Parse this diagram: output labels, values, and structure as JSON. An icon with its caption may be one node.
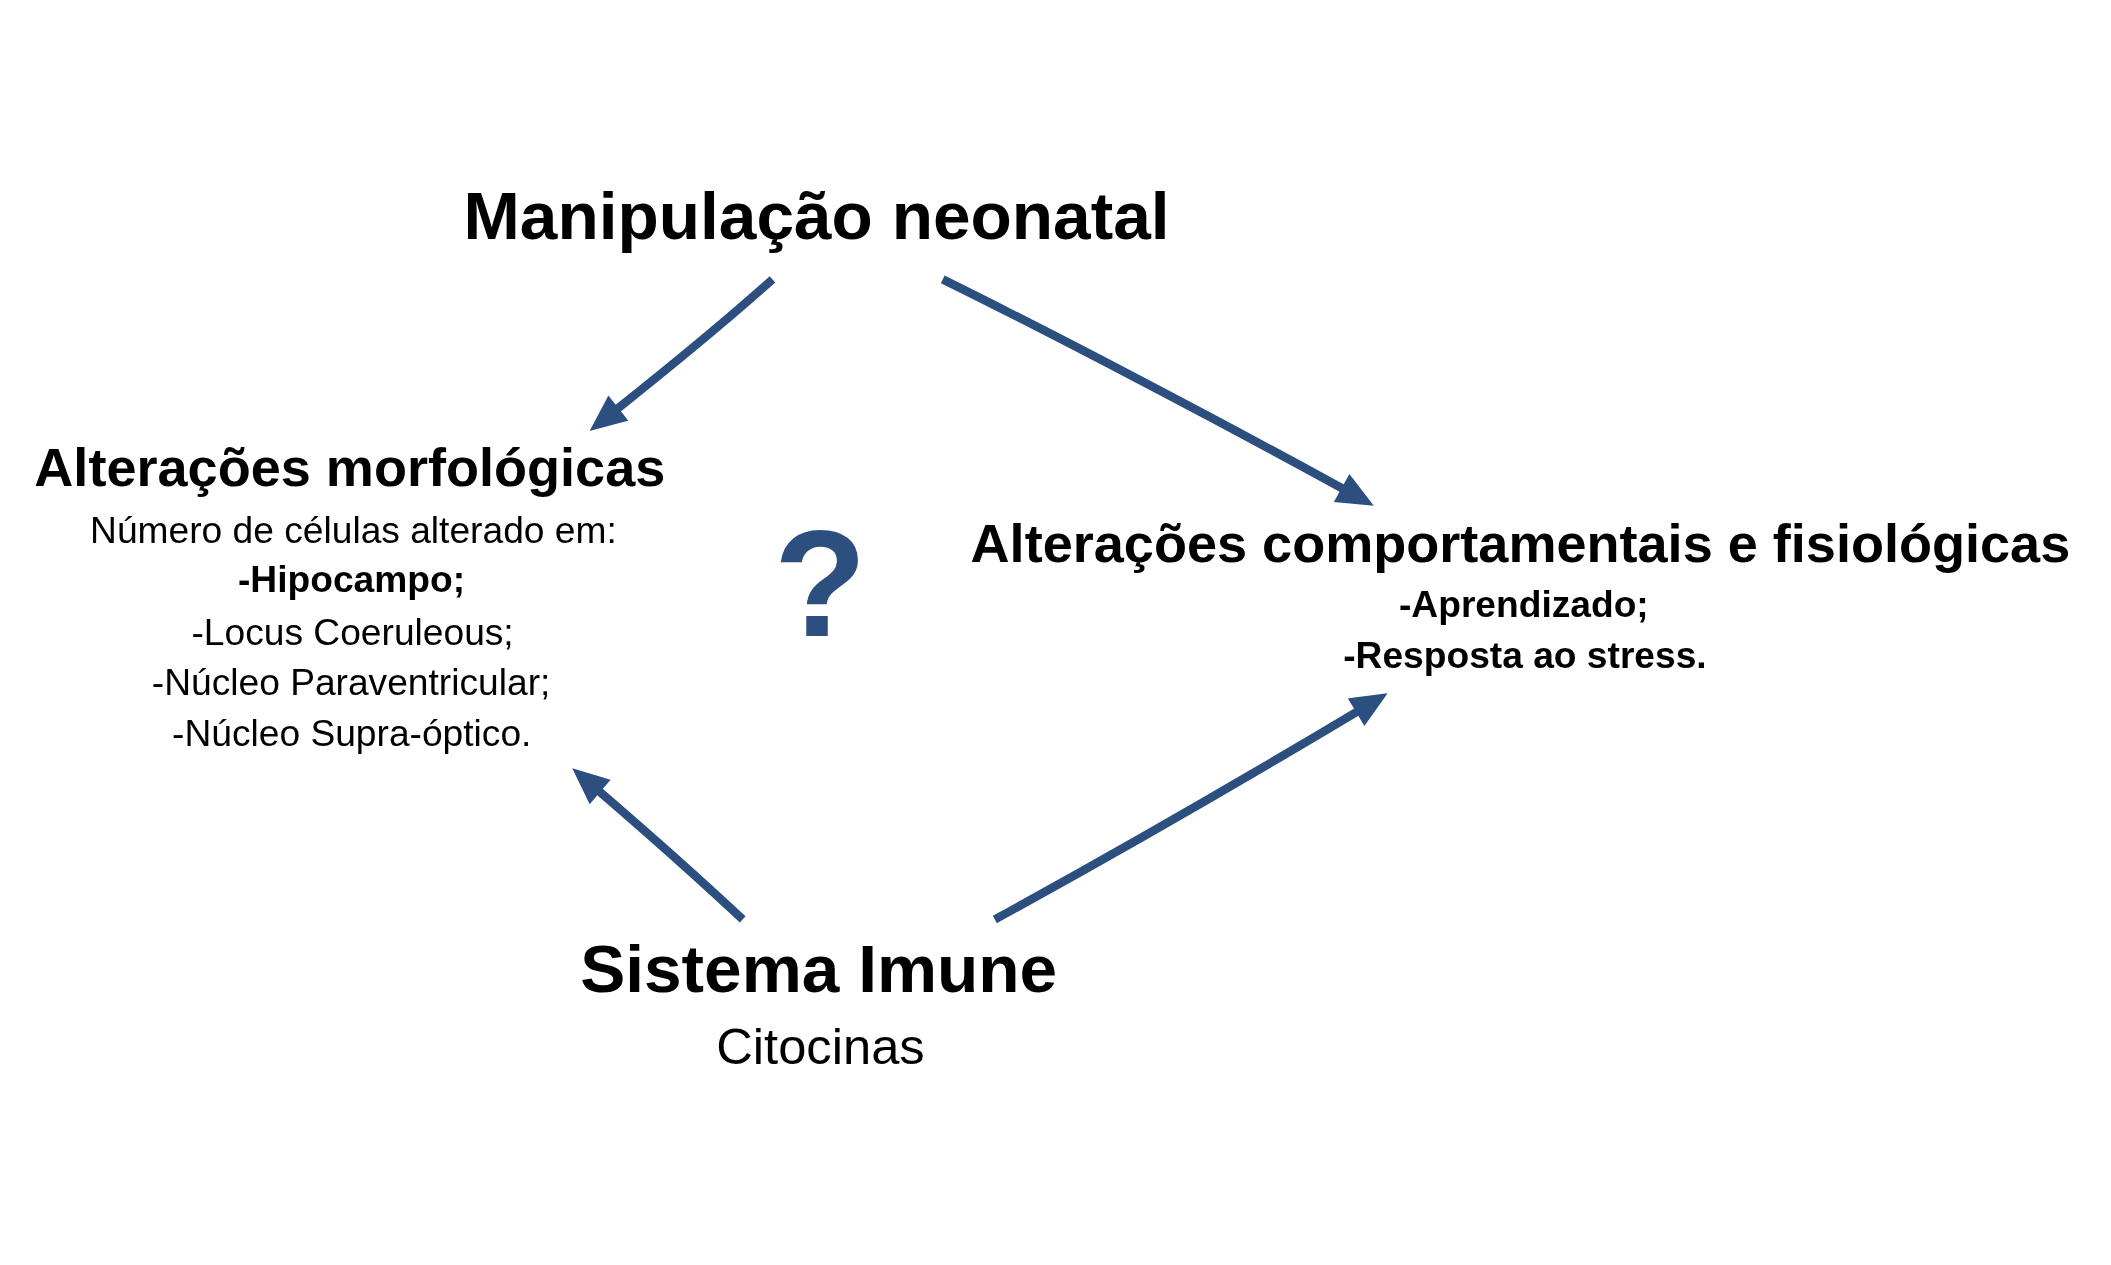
{
  "diagram": {
    "nodes": [
      {
        "text": [
          "Manipulação neonatal"
        ]
      },
      {
        "text": [
          "Alterações morfológicas",
          "Número de células alterado em:",
          "-Hipocampo;",
          "-Locus Coeruleous;",
          "-Núcleo Paraventricular;",
          "-Núcleo Supra-óptico."
        ]
      },
      {
        "text": [
          "Alterações comportamentais e fisiológicas",
          "-Aprendizado;",
          "-Resposta ao stress."
        ]
      },
      {
        "text": [
          "Sistema Imune",
          "Citocinas"
        ]
      }
    ],
    "edges": [
      {
        "from": 0,
        "to": 1,
        "arrow": "to"
      },
      {
        "from": 0,
        "to": 2,
        "arrow": "to"
      },
      {
        "from": 3,
        "to": 1,
        "arrow": "to"
      },
      {
        "from": 3,
        "to": 2,
        "arrow": "to"
      }
    ],
    "labels": [
      "?"
    ]
  }
}
